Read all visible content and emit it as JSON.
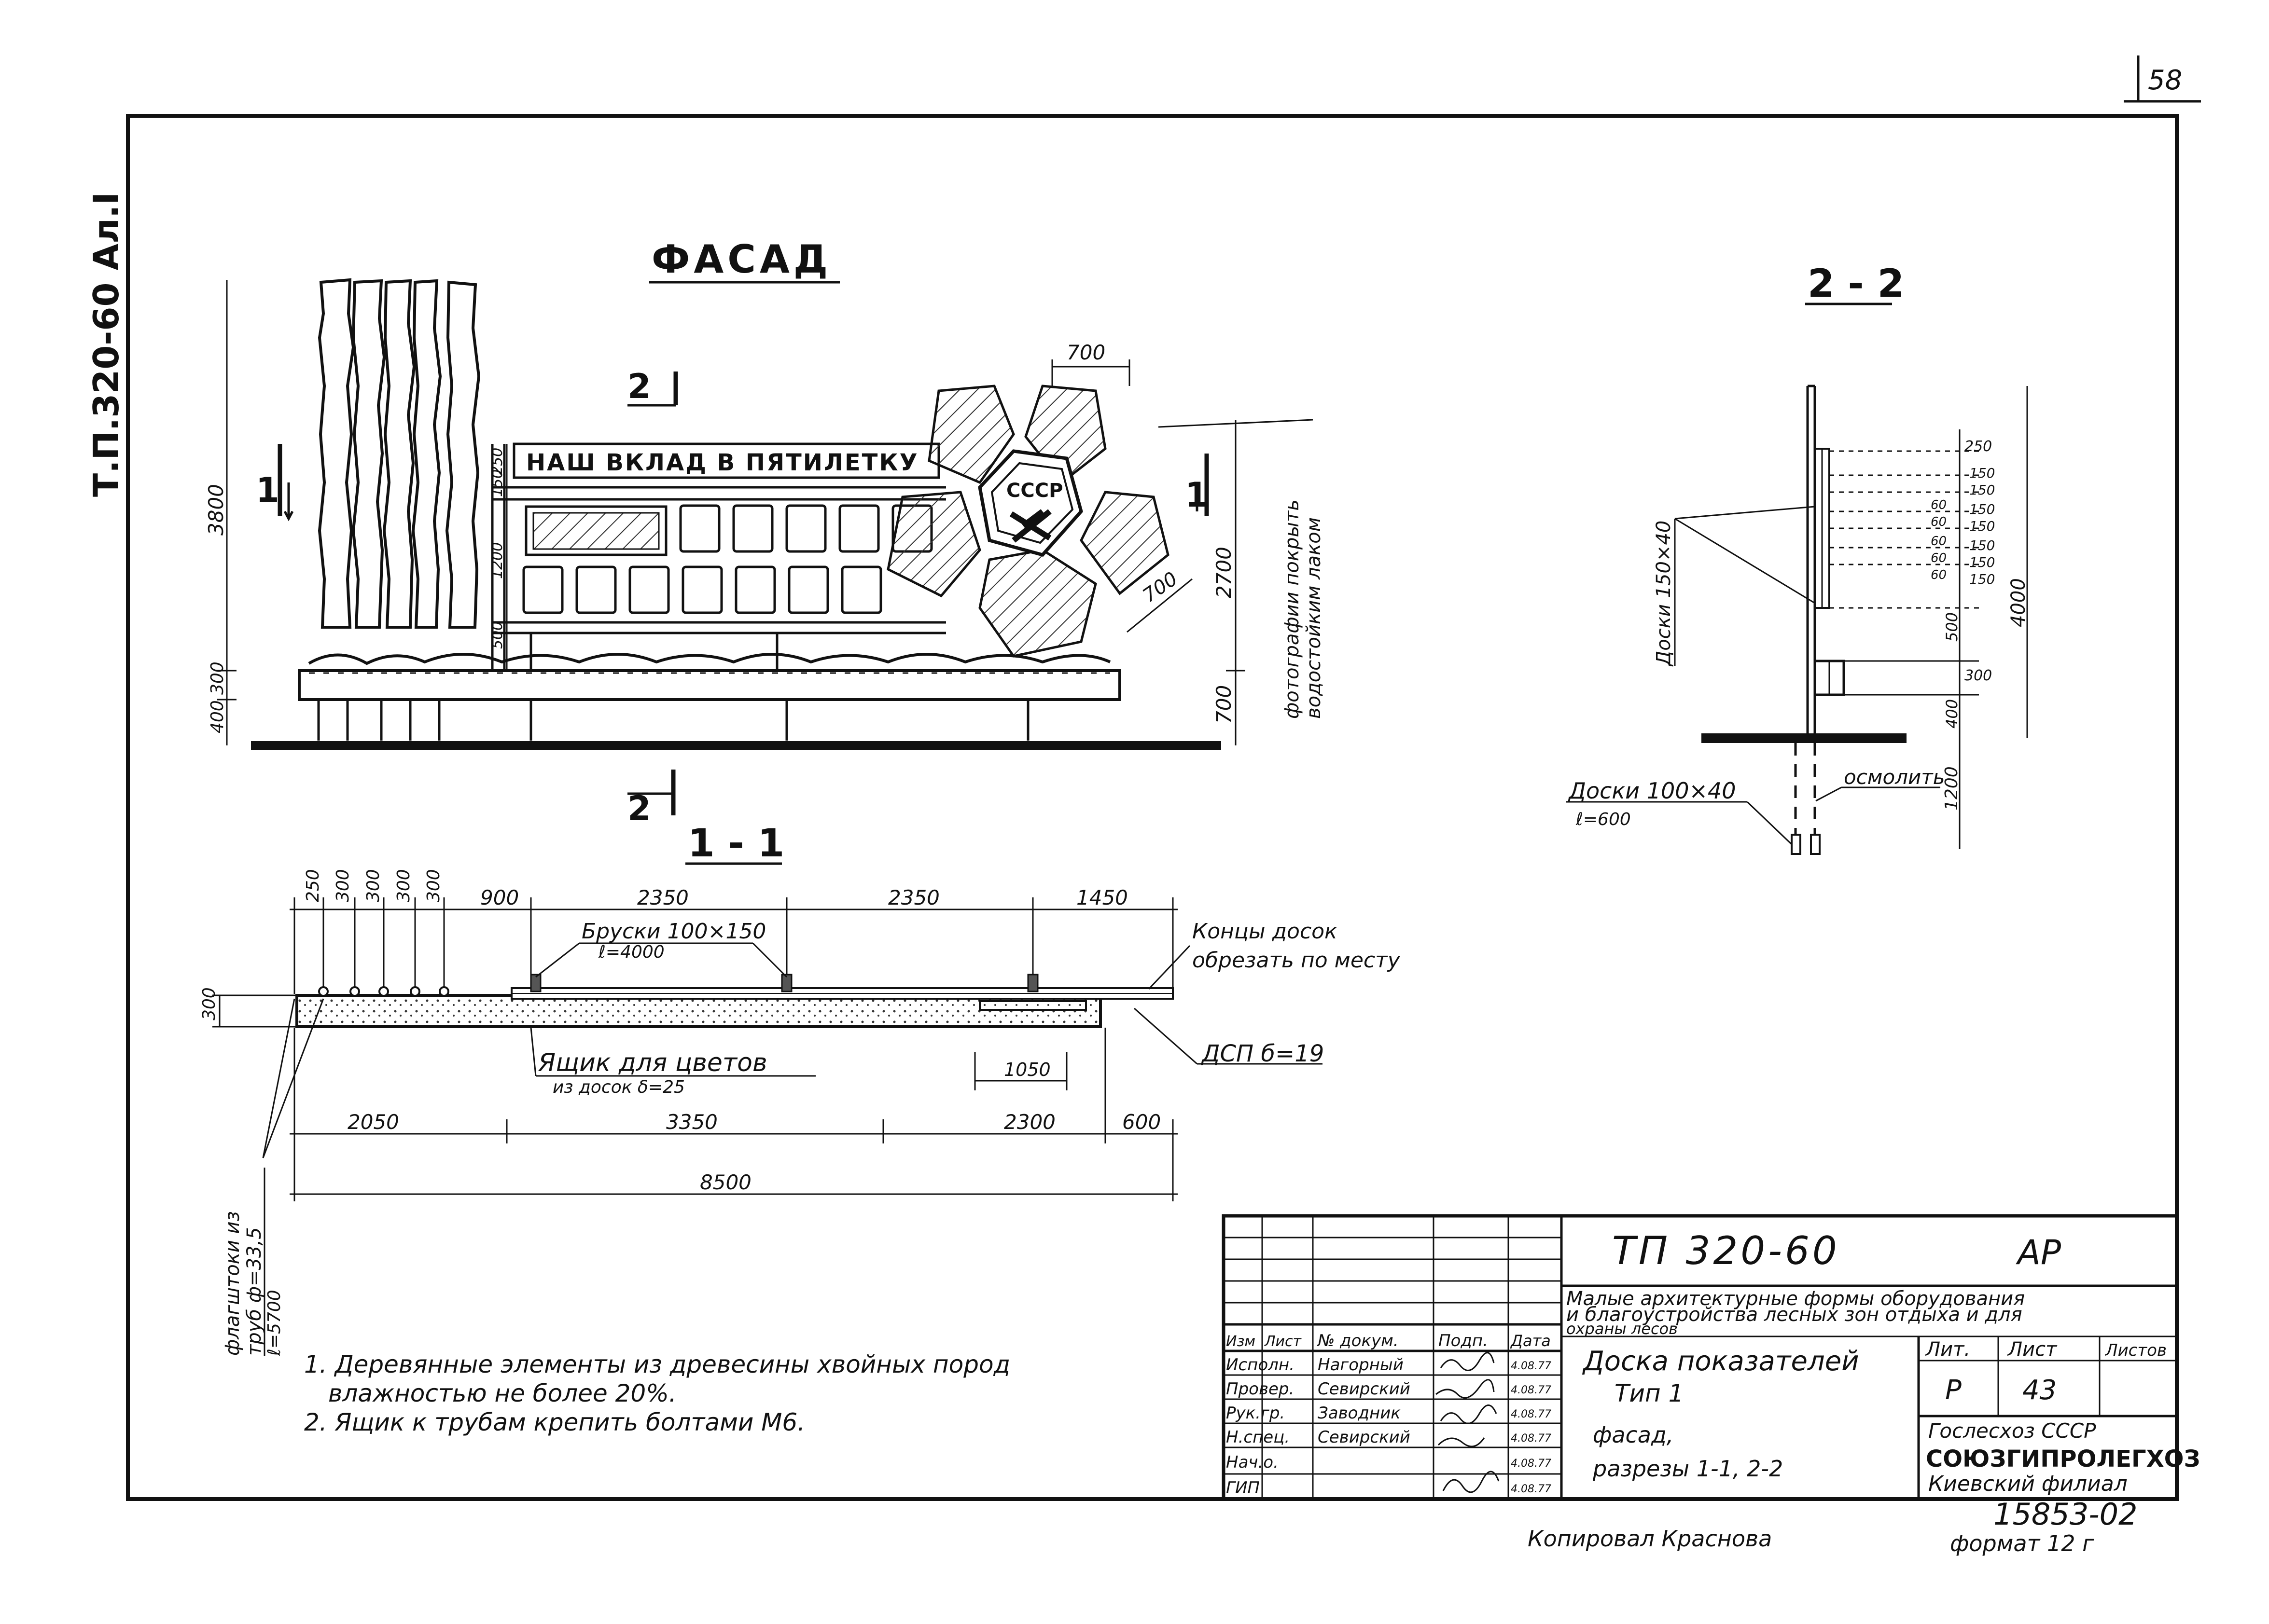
{
  "page_number": "58",
  "side_stamp": "Т.П.320-60   Ал.I",
  "titles": {
    "facade": "ФАСАД",
    "section_1_1": "1 - 1",
    "section_2_2": "2 - 2"
  },
  "facade": {
    "banner": "НАШ ВКЛАД В ПЯТИЛЕТКУ",
    "emblem_text": "СССР",
    "cut_mark_2": "2",
    "cut_mark_1": "1",
    "note_photos": "фотографии покрыть водостойким лаком",
    "dims": {
      "d3800": "3800",
      "d300": "300",
      "d400": "400",
      "d700": "700",
      "d700_top": "700",
      "d700_petal": "700",
      "d2700": "2700",
      "d250": "250",
      "d150": "150",
      "d1200": "1200",
      "d500": "500"
    }
  },
  "section_1_1": {
    "top_dims": [
      "250",
      "300",
      "300",
      "300",
      "300",
      "900",
      "2350",
      "2350",
      "1450"
    ],
    "bottom_dims": [
      "2050",
      "3350",
      "2300",
      "600"
    ],
    "overall": "8500",
    "d300_side": "300",
    "d1050": "1050",
    "bars_label": "Бруски 100×150",
    "bars_length": "ℓ=4000",
    "ends_note_1": "Концы досок",
    "ends_note_2": "обрезать по месту",
    "box_label": "Ящик для цветов",
    "box_sub": "из досок δ=25",
    "chipboard": "ДСП б=19",
    "flagpoles_1": "флагштоки из",
    "flagpoles_2": "труб ф=33,5",
    "flagpoles_3": "ℓ=5700"
  },
  "section_2_2": {
    "boards_label": "Доски 150×40",
    "boards_bottom_1": "Доски 100×40",
    "boards_bottom_2": "ℓ=600",
    "tar_note": "осмолить",
    "dims_right": [
      "250",
      "150",
      "150",
      "150",
      "150",
      "150",
      "150",
      "150",
      "500",
      "300",
      "400",
      "1200"
    ],
    "dims_inner": [
      "60",
      "60",
      "60",
      "60",
      "60"
    ],
    "d4000": "4000"
  },
  "notes": {
    "n1_a": "1. Деревянные элементы из древесины хвойных пород",
    "n1_b": "влажностью не более 20%.",
    "n2": "2. Ящик к трубам крепить болтами М6."
  },
  "title_block": {
    "code": "ТП 320-60",
    "section_code": "АР",
    "project_1": "Малые архитектурные формы оборудования",
    "project_2": "и благоустройства лесных зон отдыха и для",
    "project_3": "охраны лесов",
    "sheet_title_1": "Доска показателей",
    "sheet_title_2": "Тип 1",
    "sheet_title_3": "фасад,",
    "sheet_title_4": "разрезы 1-1, 2-2",
    "header_cols": [
      "Изм",
      "Лист",
      "№ докум.",
      "Подп.",
      "Дата"
    ],
    "people": [
      {
        "role": "Исполн.",
        "name": "Нагорный",
        "date": "4.08.77"
      },
      {
        "role": "Провер.",
        "name": "Севирский",
        "date": "4.08.77"
      },
      {
        "role": "Рук.гр.",
        "name": "Заводник",
        "date": "4.08.77"
      },
      {
        "role": "Н.спец.",
        "name": "Севирский",
        "date": "4.08.77"
      },
      {
        "role": "Нач.о.",
        "name": "",
        "date": "4.08.77"
      },
      {
        "role": "ГИП",
        "name": "",
        "date": "4.08.77"
      }
    ],
    "lit_label": "Лит.",
    "list_label": "Лист",
    "listov_label": "Листов",
    "lit_value": "Р",
    "list_value": "43",
    "org_1": "Гослесхоз СССР",
    "org_2": "СОЮЗГИПРОЛЕГХОЗ",
    "org_3": "Киевский филиал"
  },
  "footer": {
    "copied": "Копировал Краснова",
    "doc_number": "15853-02",
    "format": "формат 12 г"
  }
}
